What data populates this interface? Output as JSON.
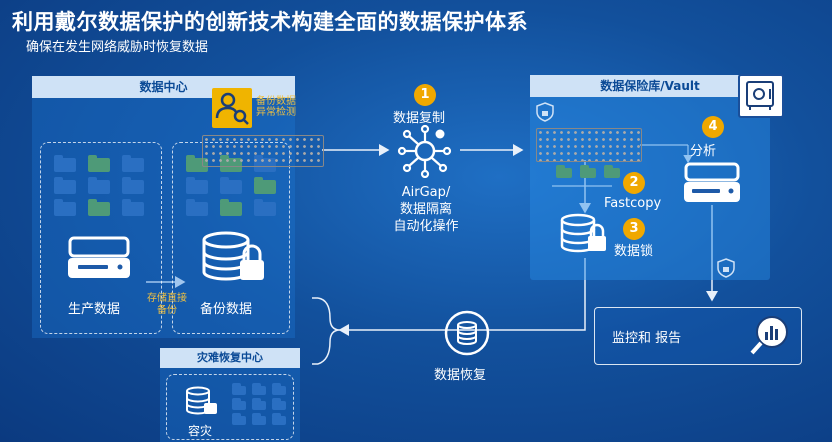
{
  "header": {
    "title": "利用戴尔数据保护的创新技术构建全面的数据保护体系",
    "subtitle": "确保在发生网络威胁时恢复数据"
  },
  "datacenter": {
    "title": "数据中心",
    "detect_label_line1": "备份数据",
    "detect_label_line2": "异常检测",
    "production_label": "生产数据",
    "backup_label": "备份数据",
    "storage_line1": "存储直接",
    "storage_line2": "备份"
  },
  "steps": {
    "s1_num": "1",
    "s1_label": "数据复制",
    "airgap_line1": "AirGap/",
    "airgap_line2": "数据隔离",
    "airgap_line3": "自动化操作",
    "s2_num": "2",
    "s2_label": "Fastcopy",
    "s3_num": "3",
    "s3_label": "数据锁",
    "s4_num": "4",
    "s4_label": "分析"
  },
  "vault": {
    "title": "数据保险库/Vault"
  },
  "recovery": {
    "label": "数据恢复"
  },
  "monitor": {
    "label": "监控和 报告"
  },
  "drc": {
    "title": "灾难恢复中心",
    "label": "容灾"
  },
  "colors": {
    "accent": "#f0a800",
    "panel_head": "#cfe2f6",
    "bg": "#12509c"
  }
}
